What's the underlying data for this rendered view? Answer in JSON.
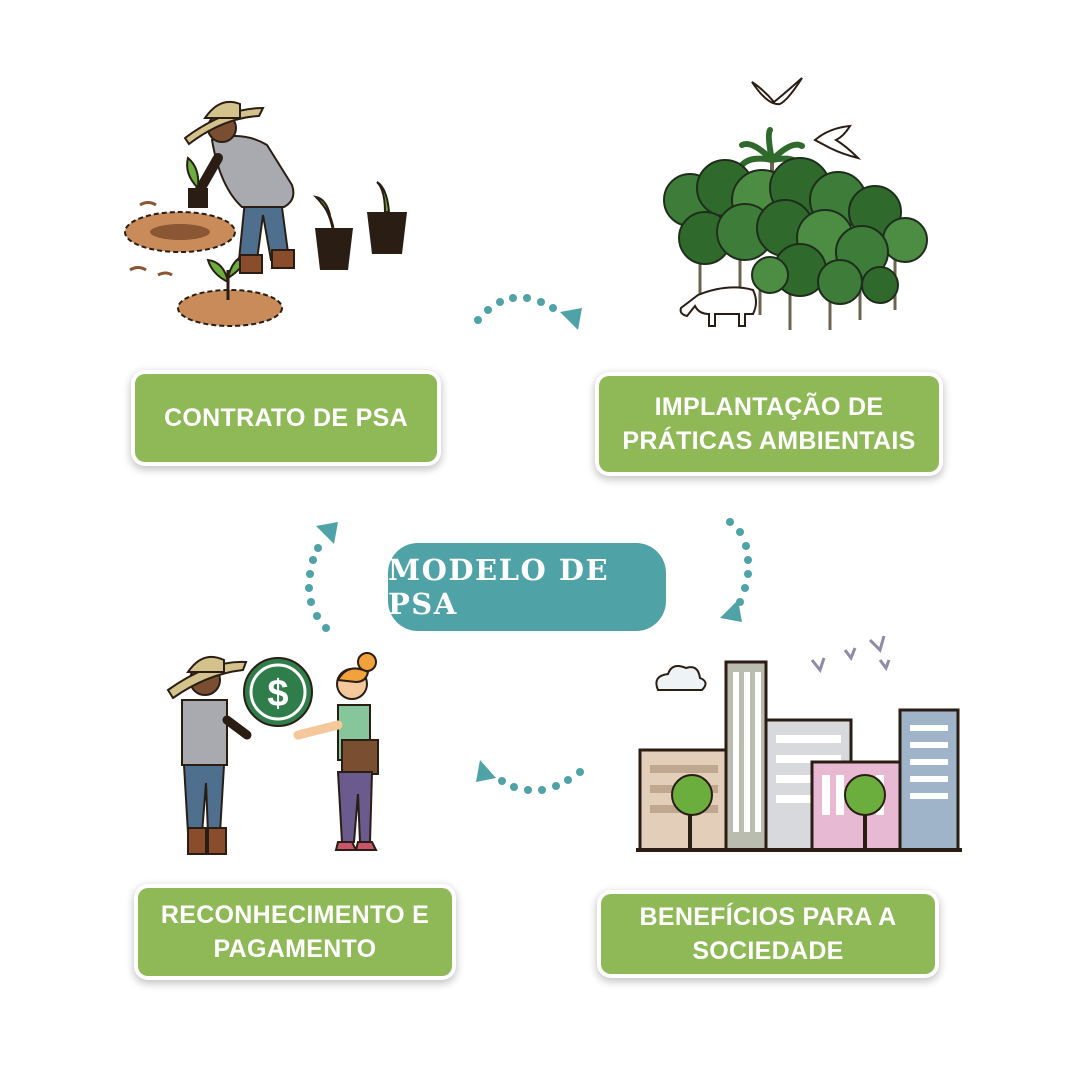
{
  "diagram": {
    "center": {
      "text": "MODELO DE PSA"
    },
    "steps": [
      {
        "id": "contract",
        "text": "CONTRATO DE PSA",
        "icon": "farmer-planting-icon"
      },
      {
        "id": "practices",
        "text": "IMPLANTAÇÃO DE\nPRÁTICAS AMBIENTAIS",
        "icon": "forest-icon"
      },
      {
        "id": "benefits",
        "text": "BENEFÍCIOS PARA A\nSOCIEDADE",
        "icon": "city-icon"
      },
      {
        "id": "payment",
        "text": "RECONHECIMENTO E\nPAGAMENTO",
        "icon": "payment-exchange-icon"
      }
    ],
    "flow_direction": "clockwise",
    "colors": {
      "label_green": "#8fb957",
      "center_teal": "#4fa2a6",
      "arrow_teal": "#4fa2a6"
    }
  }
}
